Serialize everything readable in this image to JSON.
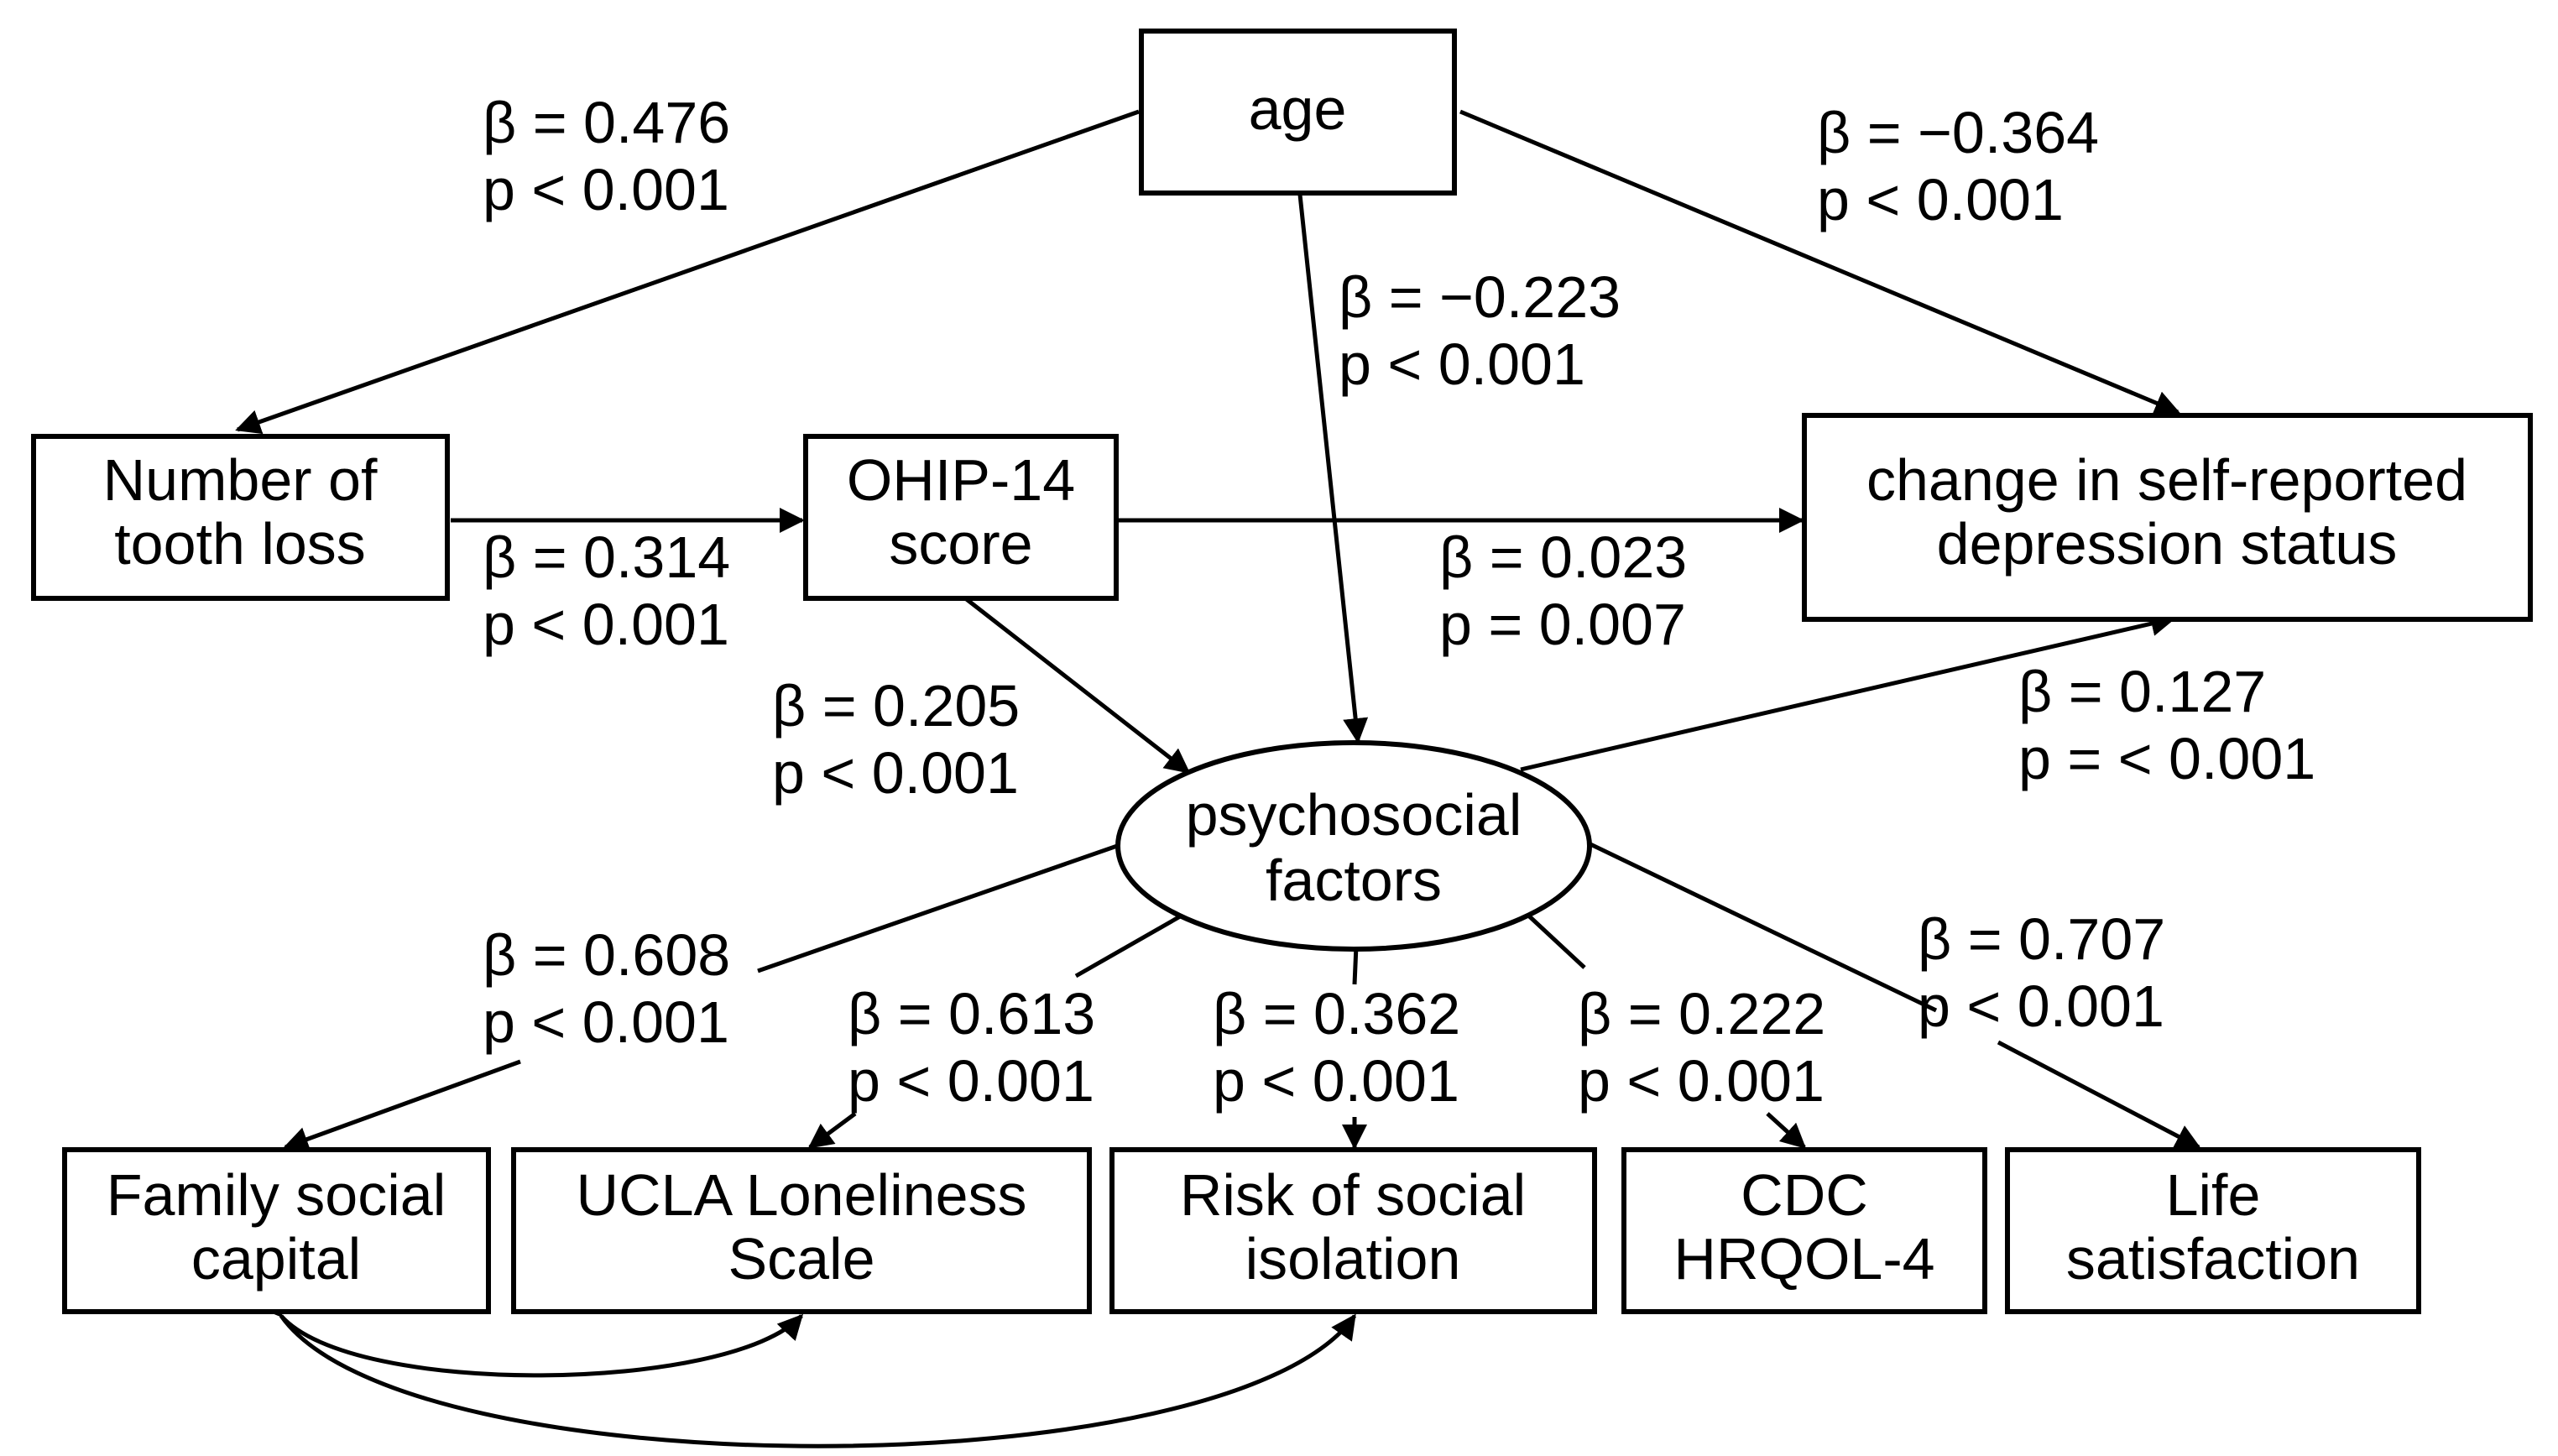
{
  "nodes": {
    "age": {
      "lines": [
        "age"
      ]
    },
    "tooth_loss": {
      "lines": [
        "Number of",
        "tooth loss"
      ]
    },
    "ohip": {
      "lines": [
        "OHIP-14",
        "score"
      ]
    },
    "depression": {
      "lines": [
        "change in self-reported",
        "depression status"
      ]
    },
    "psychosocial": {
      "lines": [
        "psychosocial",
        "factors"
      ]
    },
    "family": {
      "lines": [
        "Family social",
        "capital"
      ]
    },
    "ucla": {
      "lines": [
        "UCLA Loneliness",
        "Scale"
      ]
    },
    "isolation": {
      "lines": [
        "Risk of social",
        "isolation"
      ]
    },
    "cdc": {
      "lines": [
        "CDC",
        "HRQOL-4"
      ]
    },
    "life": {
      "lines": [
        "Life",
        "satisfaction"
      ]
    }
  },
  "paths": {
    "age_to_tooth": {
      "beta": "β = 0.476",
      "p": "p < 0.001"
    },
    "age_to_depression": {
      "beta": "β = −0.364",
      "p": "p < 0.001"
    },
    "age_to_psychosocial": {
      "beta": "β = −0.223",
      "p": "p < 0.001"
    },
    "tooth_to_ohip": {
      "beta": "β = 0.314",
      "p": "p < 0.001"
    },
    "ohip_to_depression": {
      "beta": "β = 0.023",
      "p": "p = 0.007"
    },
    "ohip_to_psychosocial": {
      "beta": "β = 0.205",
      "p": "p < 0.001"
    },
    "psychosocial_to_depression": {
      "beta": "β = 0.127",
      "p": "p = < 0.001"
    },
    "psychosocial_to_family": {
      "beta": "β = 0.608",
      "p": "p < 0.001"
    },
    "psychosocial_to_ucla": {
      "beta": "β = 0.613",
      "p": "p < 0.001"
    },
    "psychosocial_to_isolation": {
      "beta": "β = 0.362",
      "p": "p < 0.001"
    },
    "psychosocial_to_cdc": {
      "beta": "β = 0.222",
      "p": "p < 0.001"
    },
    "psychosocial_to_life": {
      "beta": "β = 0.707",
      "p": "p < 0.001"
    }
  }
}
